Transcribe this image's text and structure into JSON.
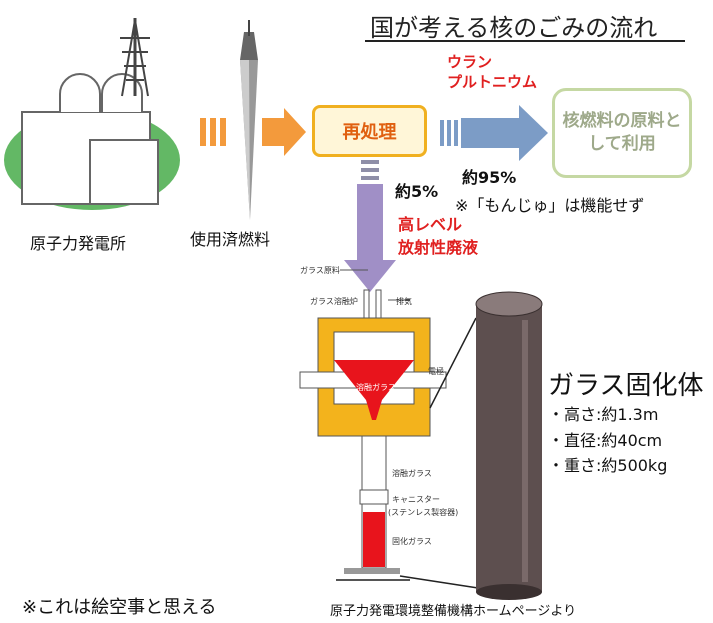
{
  "title": "国が考える核のごみの流れ",
  "plant_label": "原子力発電所",
  "spent_fuel_label": "使用済燃料",
  "reprocess_label": "再処理",
  "uranium_label": "ウラン",
  "plutonium_label": "プルトニウム",
  "percent95": "約95%",
  "raw_material_line1": "核燃料の原料と",
  "raw_material_line2": "して利用",
  "percent5": "約5%",
  "monju_note": "※「もんじゅ」は機能せず",
  "hlw_line1": "高レベル",
  "hlw_line2": "放射性廃液",
  "glass_title": "ガラス固化体",
  "specs": [
    "・高さ:約1.3m",
    "・直径:約40cm",
    "・重さ:約500kg"
  ],
  "fig_labels": {
    "glass_material": "ガラス原料",
    "melter": "ガラス溶融炉",
    "exhaust": "排気",
    "electrode": "電極",
    "molten_glass": "溶融ガラス",
    "molten_glass2": "溶融ガラス",
    "canister": "キャニスター",
    "canister_sub": "(ステンレス製容器)",
    "solid_glass": "固化ガラス"
  },
  "footnote_left": "※これは絵空事と思える",
  "source": "原子力発電環境整備機構ホームページより",
  "colors": {
    "arrow_orange": "#f39a3c",
    "arrow_blue": "#7c9cc6",
    "arrow_purple": "#a08fc6",
    "melter_yellow": "#f3b31c",
    "molten_red": "#e8141c"
  }
}
